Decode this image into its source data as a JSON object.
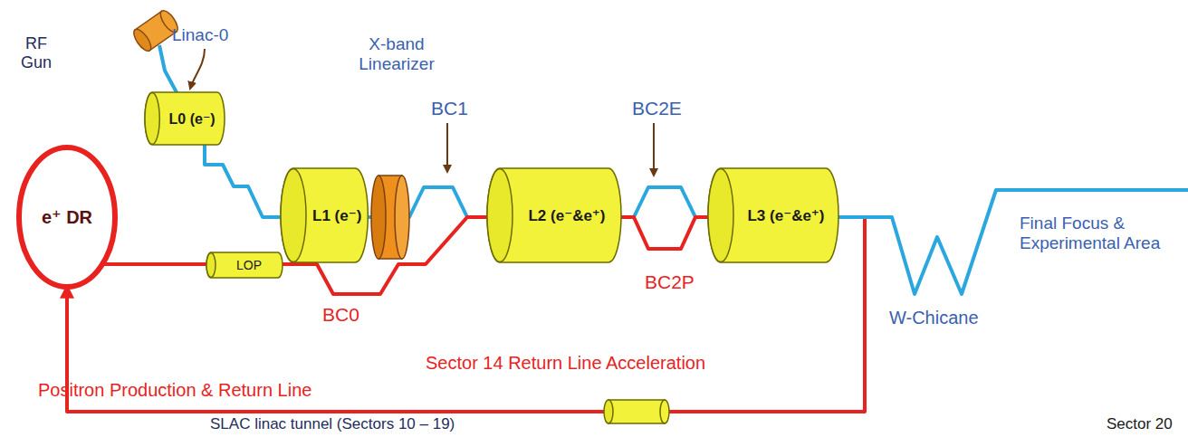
{
  "diagram": {
    "nodes": [
      {
        "text": [
          "L0 (e⁻)"
        ]
      },
      {
        "text": [
          "L1 (e⁻)"
        ]
      },
      {
        "text": [
          "L2 (e⁻&e⁺)"
        ]
      },
      {
        "text": [
          "L3 (e⁻&e⁺)"
        ]
      },
      {
        "text": [
          "e⁺ DR"
        ]
      },
      {
        "text": [
          "LOP"
        ]
      }
    ],
    "edges": [
      {
        "from": 0,
        "to": 1,
        "arrow": "none"
      },
      {
        "from": 1,
        "to": 2,
        "arrow": "none"
      },
      {
        "from": 2,
        "to": 3,
        "arrow": "none"
      },
      {
        "from": 2,
        "to": 3,
        "arrow": "none"
      },
      {
        "from": 3,
        "to": 4,
        "arrow": "to"
      },
      {
        "from": 4,
        "to": 5,
        "arrow": "none"
      },
      {
        "from": 5,
        "to": 2,
        "arrow": "none"
      }
    ],
    "labels": [
      "RF Gun",
      "Linac-0",
      "X-band Linearizer",
      "BC1",
      "BC2E",
      "BC2P",
      "BC0",
      "W-Chicane",
      "Final Focus & Experimental Area",
      "Positron Production & Return Line",
      "Sector 14 Return Line Acceleration",
      "SLAC linac tunnel (Sectors 10 – 19)",
      "Sector 20"
    ]
  }
}
